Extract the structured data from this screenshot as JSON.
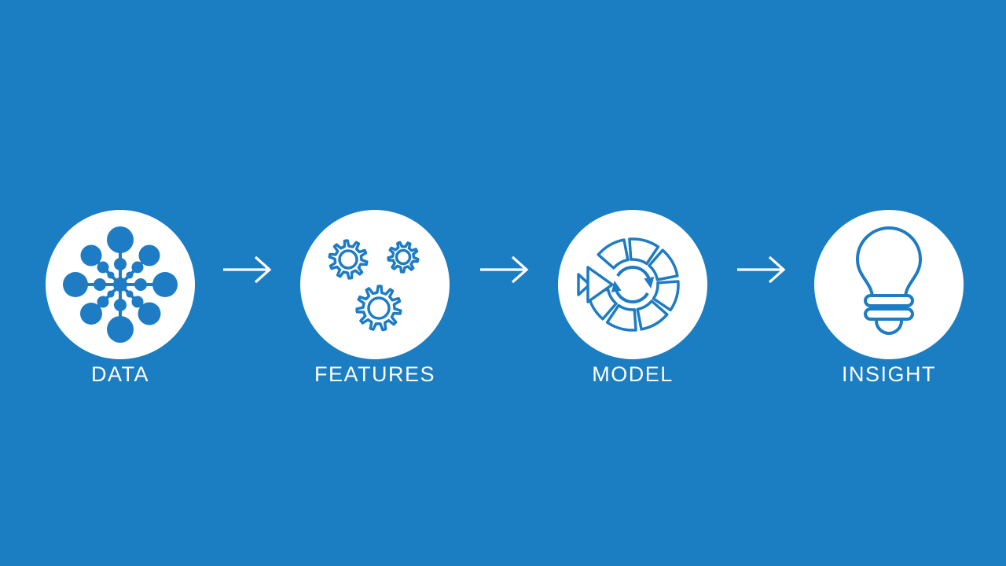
{
  "slide": {
    "type": "process-flow-diagram"
  },
  "pipeline": {
    "steps": [
      {
        "label": "DATA",
        "icon": "data-network-icon"
      },
      {
        "label": "FEATURES",
        "icon": "gears-icon"
      },
      {
        "label": "MODEL",
        "icon": "model-cycle-icon"
      },
      {
        "label": "INSIGHT",
        "icon": "lightbulb-icon"
      }
    ],
    "connector_icon": "arrow-right-icon"
  },
  "colors": {
    "background": "#1b7dc2",
    "icon_blue": "#1d7cc3",
    "circle_fill": "#ffffff",
    "label_text": "#ffffff",
    "arrow": "#ffffff"
  }
}
